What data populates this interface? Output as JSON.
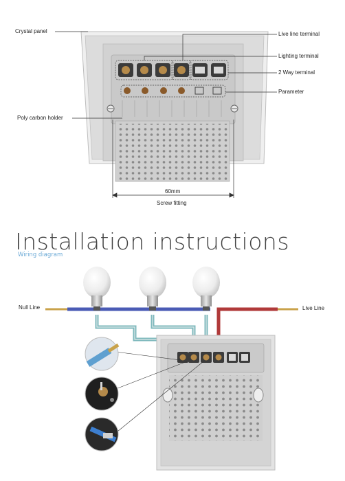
{
  "labels": {
    "crystal_panel": "Crystal panel",
    "live_line_terminal": "Live line terminal",
    "lighting_terminal": "Lighting terminal",
    "two_way_terminal": "2 Way terminal",
    "parameter": "Parameter",
    "poly_carbon_holder": "Poly carbon holder",
    "dimension": "60mm",
    "screw_fitting": "Screw fitting"
  },
  "section": {
    "title": "Installation instructions",
    "subtitle": "Wiring diagram"
  },
  "wiring": {
    "null_line": "Null Line",
    "live_line": "Live Line"
  },
  "colors": {
    "null_wire": "#4a5bb5",
    "live_wire": "#b03a3a",
    "light_wire": "#7fb9bd",
    "panel_frame": "#d9d9d9",
    "module_grey": "#c8c8c8"
  }
}
